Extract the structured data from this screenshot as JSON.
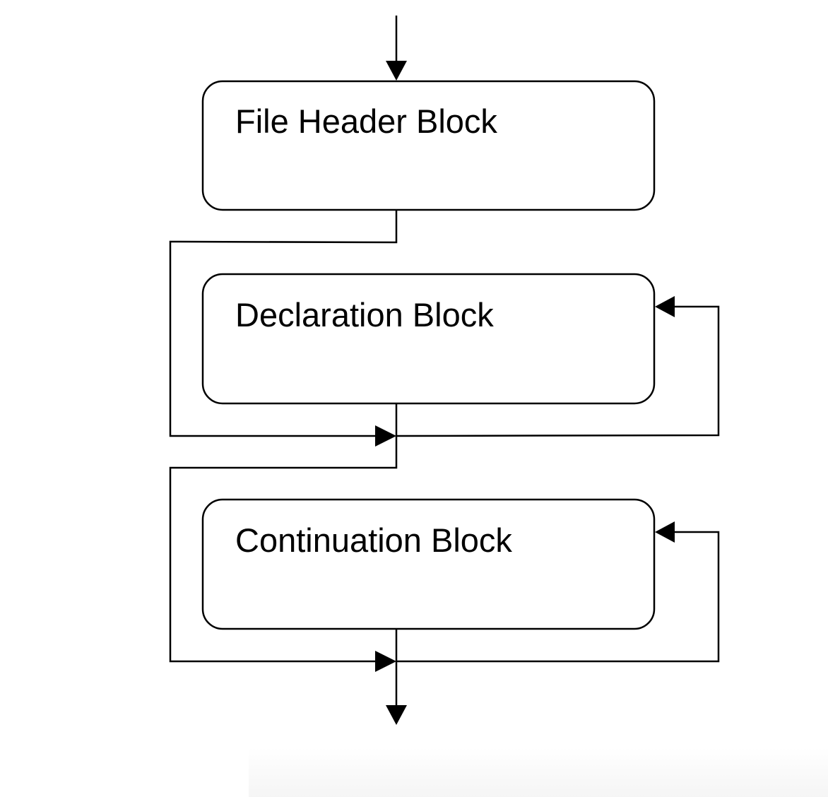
{
  "diagram": {
    "blocks": [
      {
        "label": "File Header Block"
      },
      {
        "label": "Declaration Block"
      },
      {
        "label": "Continuation Block"
      }
    ],
    "colors": {
      "stroke": "#000000",
      "fill": "#ffffff",
      "background": "#ffffff"
    }
  }
}
